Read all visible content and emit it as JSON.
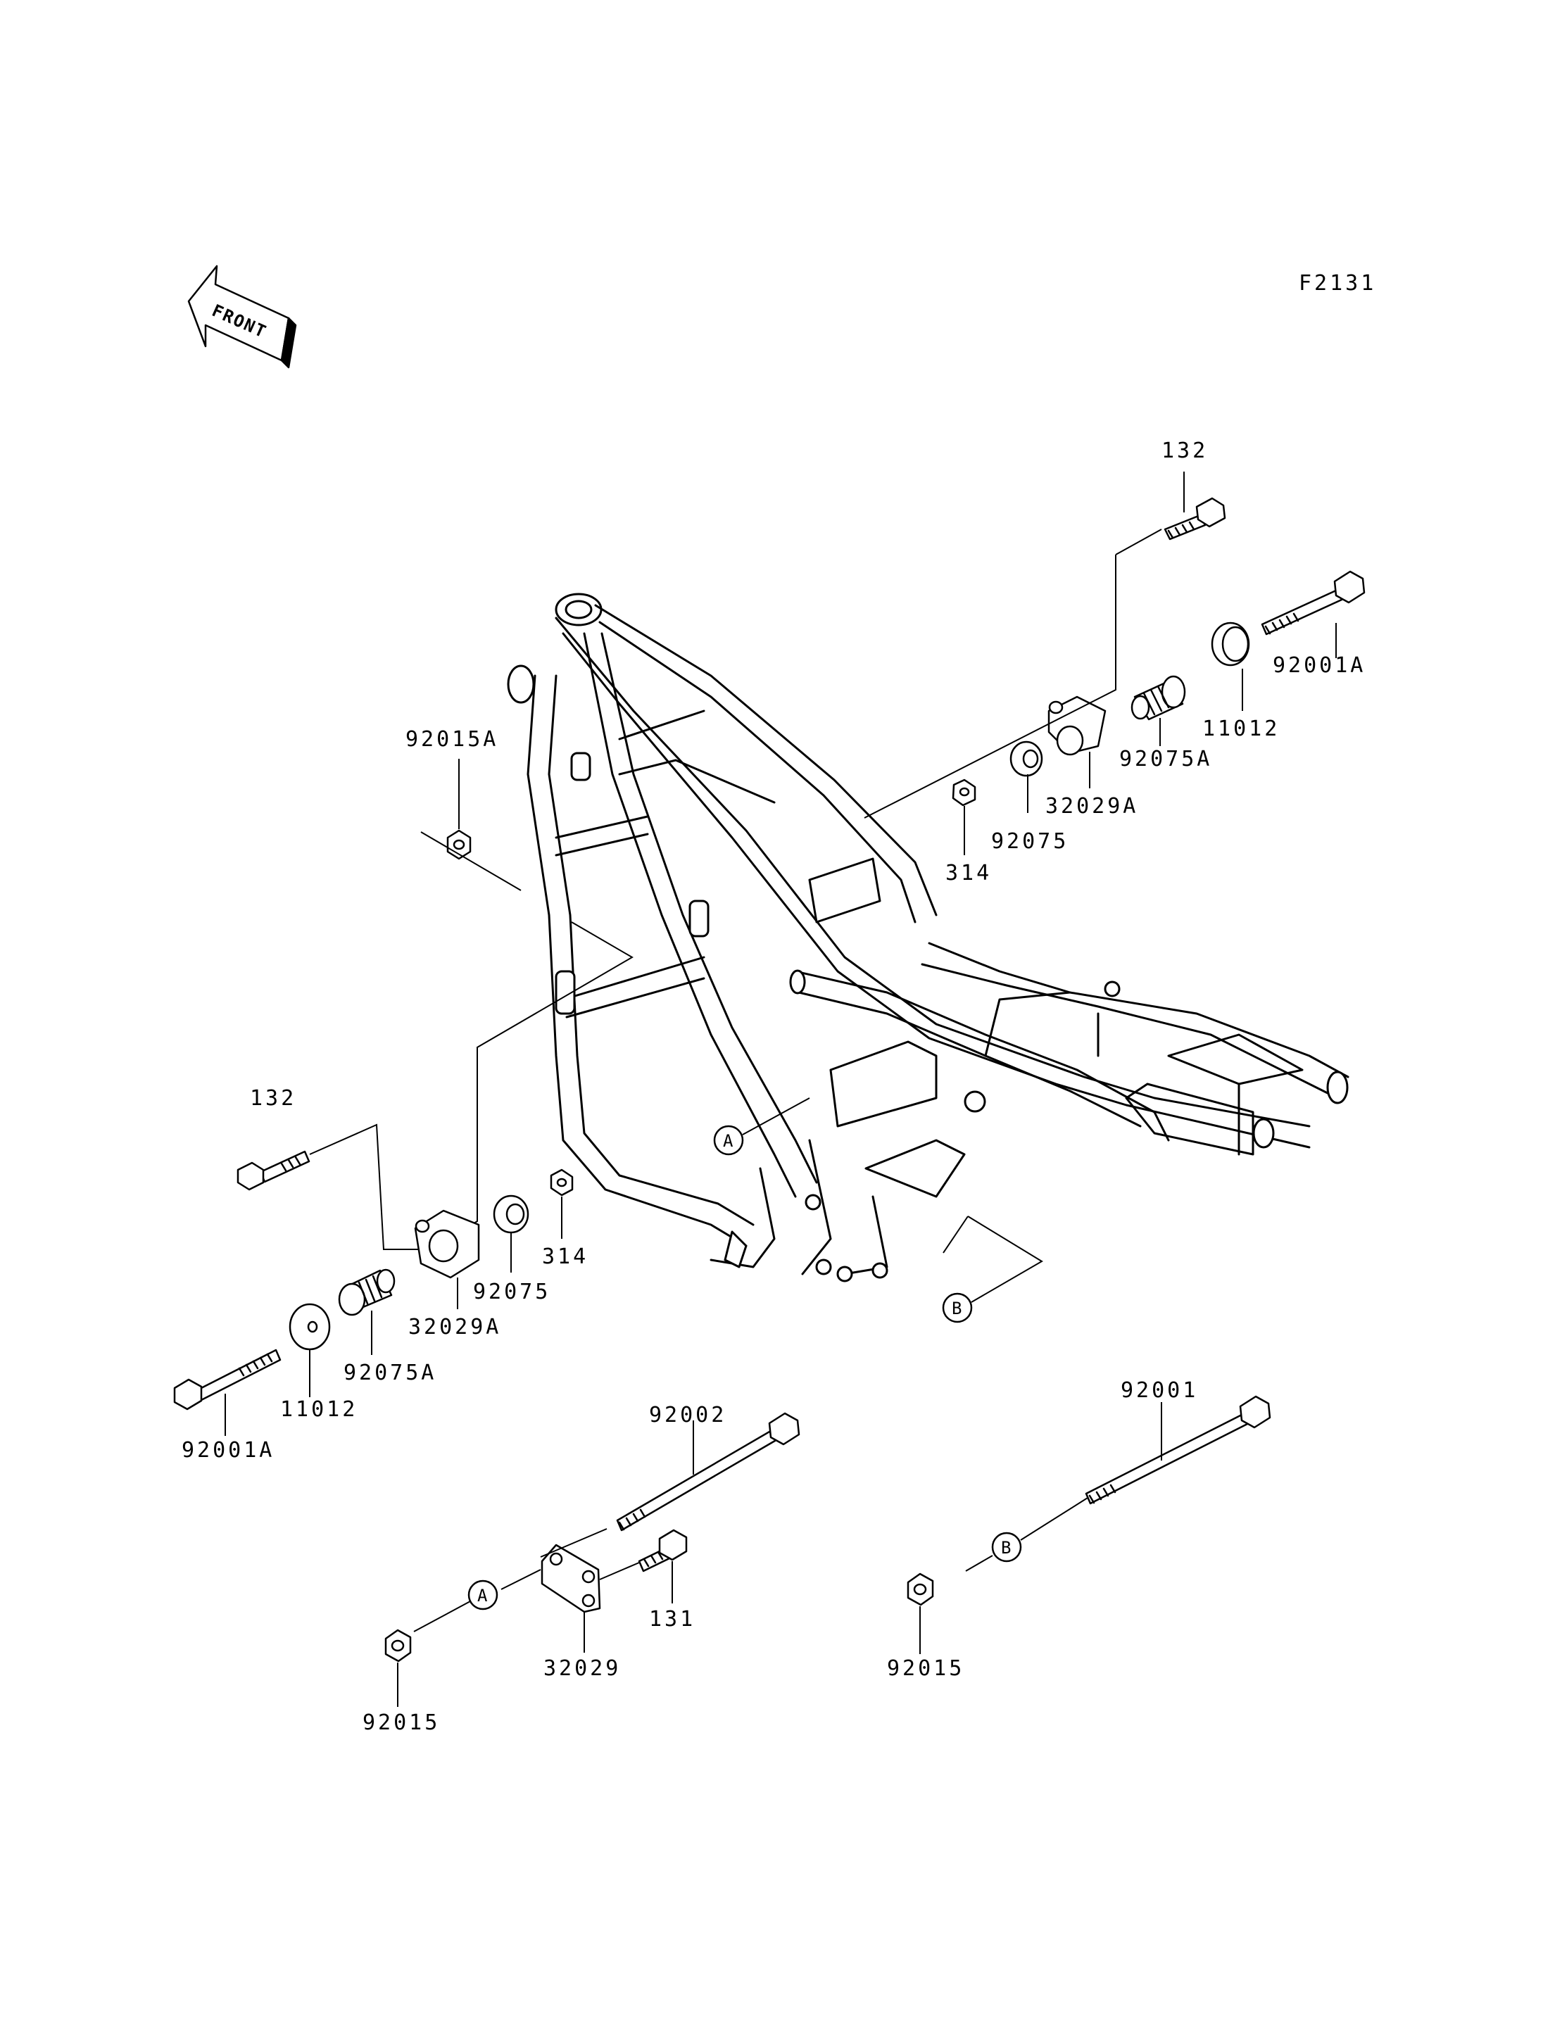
{
  "diagram_code": "F2131",
  "front_label": "FRONT",
  "ref_letters": {
    "a": "A",
    "b": "B"
  },
  "labels": {
    "p132_top": "132",
    "p92001A_top": "92001A",
    "p11012_top": "11012",
    "p92075A_top": "92075A",
    "p32029A_top": "32029A",
    "p92075_top": "92075",
    "p314_top": "314",
    "p92015A": "92015A",
    "p132_left": "132",
    "p92075_left": "92075",
    "p314_left": "314",
    "p32029A_left": "32029A",
    "p92075A_left": "92075A",
    "p11012_left": "11012",
    "p92001A_left": "92001A",
    "p92002": "92002",
    "p131": "131",
    "p32029": "32029",
    "p92015_left": "92015",
    "p92001": "92001",
    "p92015_right": "92015"
  }
}
